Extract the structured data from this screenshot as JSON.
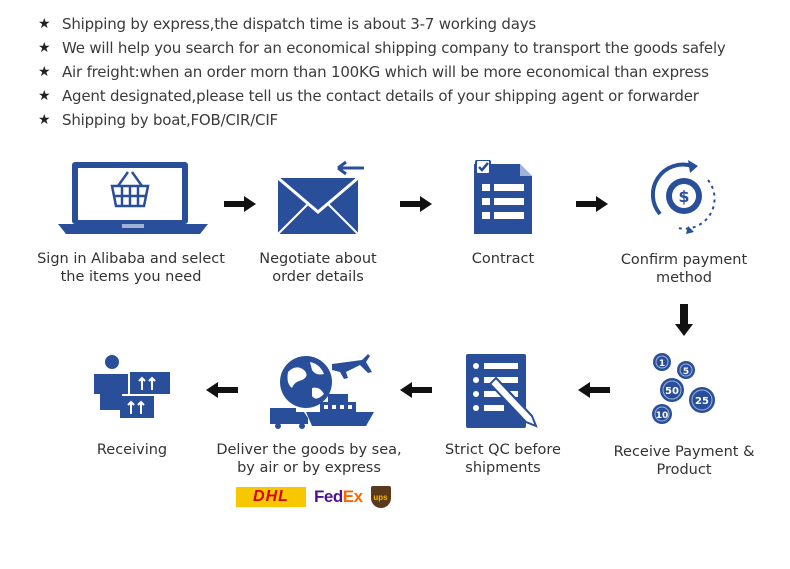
{
  "bullets": [
    "Shipping by express,the dispatch time is about 3-7 working days",
    "We will help you search for an economical shipping company to transport the goods safely",
    "Air freight:when an order morn than 100KG which will be more economical than express",
    "Agent designated,please tell us the contact details of your shipping agent or forwarder",
    "Shipping by boat,FOB/CIR/CIF"
  ],
  "steps": {
    "s1": {
      "line1": "Sign in Alibaba and select",
      "line2": "the items you need"
    },
    "s2": {
      "line1": "Negotiate about",
      "line2": "order details"
    },
    "s3": {
      "line1": "Contract",
      "line2": ""
    },
    "s4": {
      "line1": "Confirm payment",
      "line2": "method"
    },
    "s5": {
      "line1": "Receive Payment &",
      "line2": "Product"
    },
    "s6": {
      "line1": "Strict QC before",
      "line2": "shipments"
    },
    "s7": {
      "line1": "Deliver the goods by sea,",
      "line2": "by air or by express"
    },
    "s8": {
      "line1": "Receiving",
      "line2": ""
    }
  },
  "carriers": {
    "dhl": "DHL",
    "fedex_fed": "Fed",
    "fedex_ex": "Ex",
    "ups": "ups"
  },
  "coins": [
    "1",
    "5",
    "50",
    "25",
    "10"
  ],
  "currency_symbol": "$",
  "colors": {
    "primary": "#2a4f9a",
    "accent": "#3c69b5",
    "text": "#333333",
    "dhl_yellow": "#f7c800",
    "dhl_red": "#d40511",
    "fedex_purple": "#4d148c",
    "fedex_orange": "#ff6600"
  }
}
